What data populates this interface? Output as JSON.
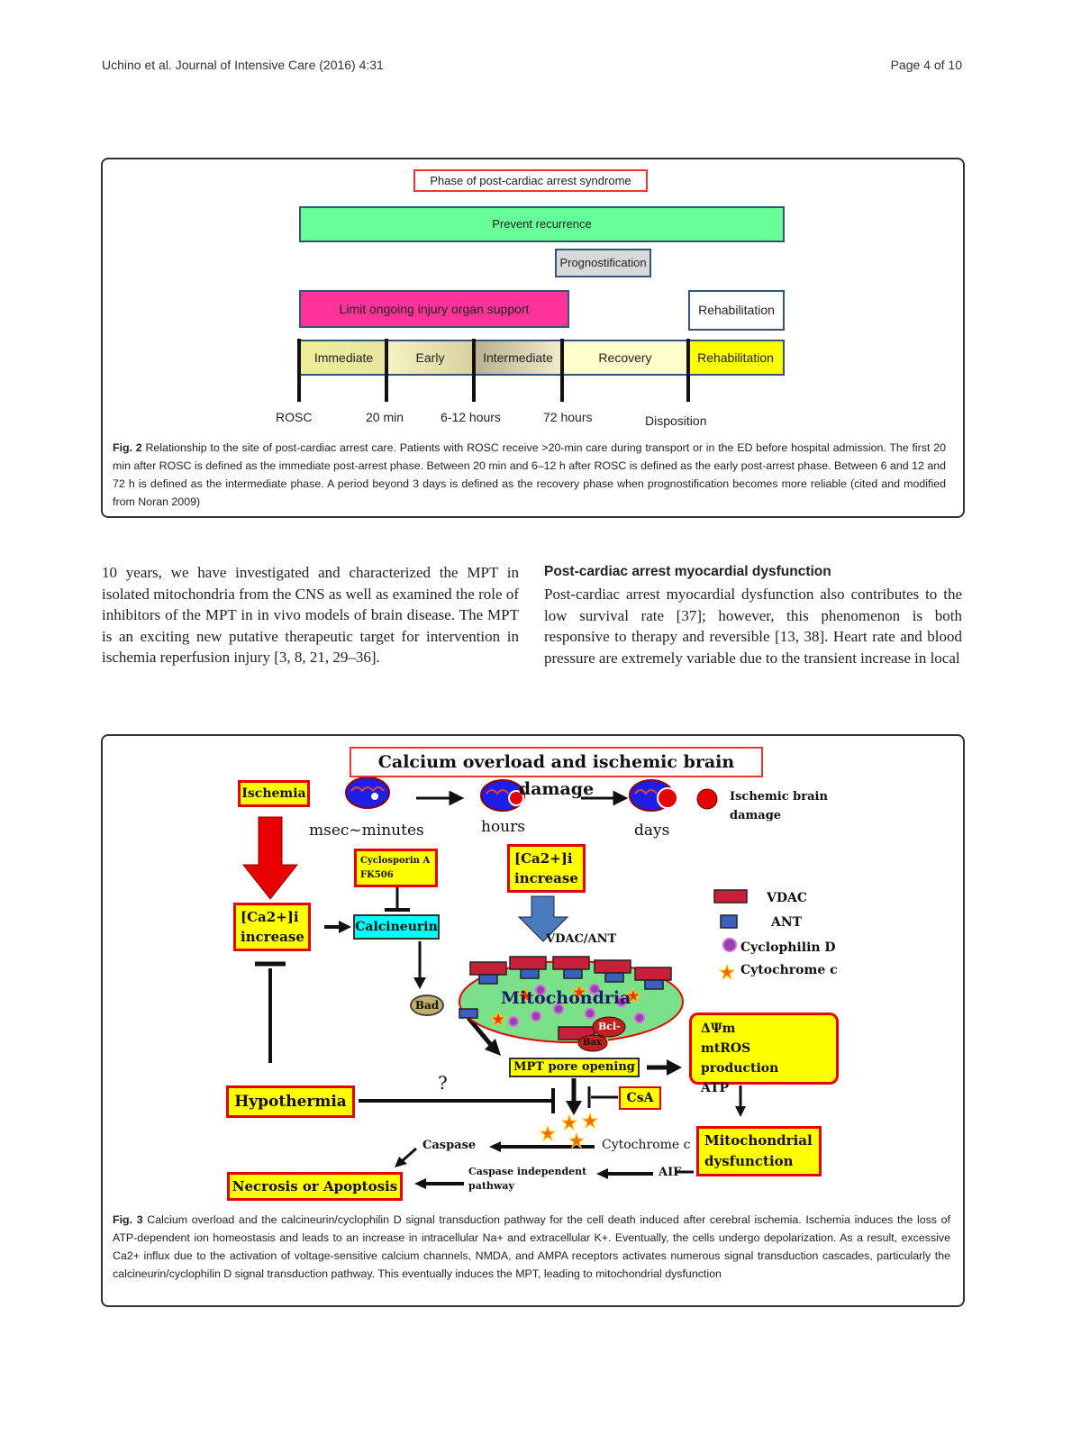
{
  "header": {
    "left": "Uchino et al. Journal of Intensive Care (2016) 4:31",
    "right": "Page 4 of 10"
  },
  "fig2": {
    "title": "Phase of post-cardiac arrest syndrome",
    "prevent": "Prevent recurrence",
    "prognostification": "Prognostification",
    "limit": "Limit ongoing injury organ support",
    "rehab_box": "Rehabilitation",
    "phases": [
      "Immediate",
      "Early",
      "Intermediate",
      "Recovery",
      "Rehabilitation"
    ],
    "ticks": [
      "ROSC",
      "20 min",
      "6-12 hours",
      "72 hours",
      "Disposition"
    ],
    "caption_label": "Fig. 2",
    "caption": "Relationship to the site of post-cardiac arrest care. Patients with ROSC receive >20-min care during transport or in the ED before hospital admission. The first 20 min after ROSC is defined as the immediate post-arrest phase. Between 20 min and 6–12 h after ROSC is defined as the early post-arrest phase. Between 6 and 12 and 72 h is defined as the intermediate phase. A period beyond 3 days is defined as the recovery phase when prognostification becomes more reliable (cited and modified from Noran 2009)"
  },
  "body": {
    "left_col": "10 years, we have investigated and characterized the MPT in isolated mitochondria from the CNS as well as examined the role of inhibitors of the MPT in in vivo models of brain disease. The MPT is an exciting new putative therapeutic target for intervention in ischemia reperfusion injury [3, 8, 21, 29–36].",
    "right_heading": "Post-cardiac arrest myocardial dysfunction",
    "right_col": "Post-cardiac arrest myocardial dysfunction also contributes to the low survival rate [37]; however, this phenomenon is both responsive to therapy and reversible [13, 38]. Heart rate and blood pressure are extremely variable due to the transient increase in local"
  },
  "fig3": {
    "title": "Calcium overload and ischemic brain damage",
    "ischemia": "Ischemia",
    "time_labels": [
      "msec~minutes",
      "hours",
      "days"
    ],
    "legend_ischemic": "Ischemic brain damage",
    "cyclosporin": "Cyclosporin A FK506",
    "ca_increase_top": "[Ca2+]i increase",
    "ca_increase_left": "[Ca2+]i increase",
    "calcineurin": "Calcineurin",
    "vdac_ant": "VDAC/ANT",
    "legend": [
      "VDAC",
      "ANT",
      "Cyclophilin D",
      "Cytochrome c"
    ],
    "bad": "Bad",
    "mitochondria": "Mitochondria",
    "bcl": "Bcl-",
    "bax": "Bax",
    "mpt": "MPT pore opening",
    "effects": [
      "ΔΨm",
      "mtROS production",
      "ATP"
    ],
    "hypothermia": "Hypothermia",
    "question": "?",
    "csa": "CsA",
    "mito_dys": "Mitochondrial dysfunction",
    "caspase": "Caspase",
    "cytochrome_c": "Cytochrome c",
    "necrosis": "Necrosis or Apoptosis",
    "caspase_indep": "Caspase independent pathway",
    "aif": "AIF",
    "caption_label": "Fig. 3",
    "caption": "Calcium overload and the calcineurin/cyclophilin D signal transduction pathway for the cell death induced after cerebral ischemia. Ischemia induces the loss of ATP-dependent ion homeostasis and leads to an increase in intracellular Na+ and extracellular K+. Eventually, the cells undergo depolarization. As a result, excessive Ca2+ influx due to the activation of voltage-sensitive calcium channels, NMDA, and AMPA receptors activates numerous signal transduction cascades, particularly the calcineurin/cyclophilin D signal transduction pathway. This eventually induces the MPT, leading to mitochondrial dysfunction"
  }
}
